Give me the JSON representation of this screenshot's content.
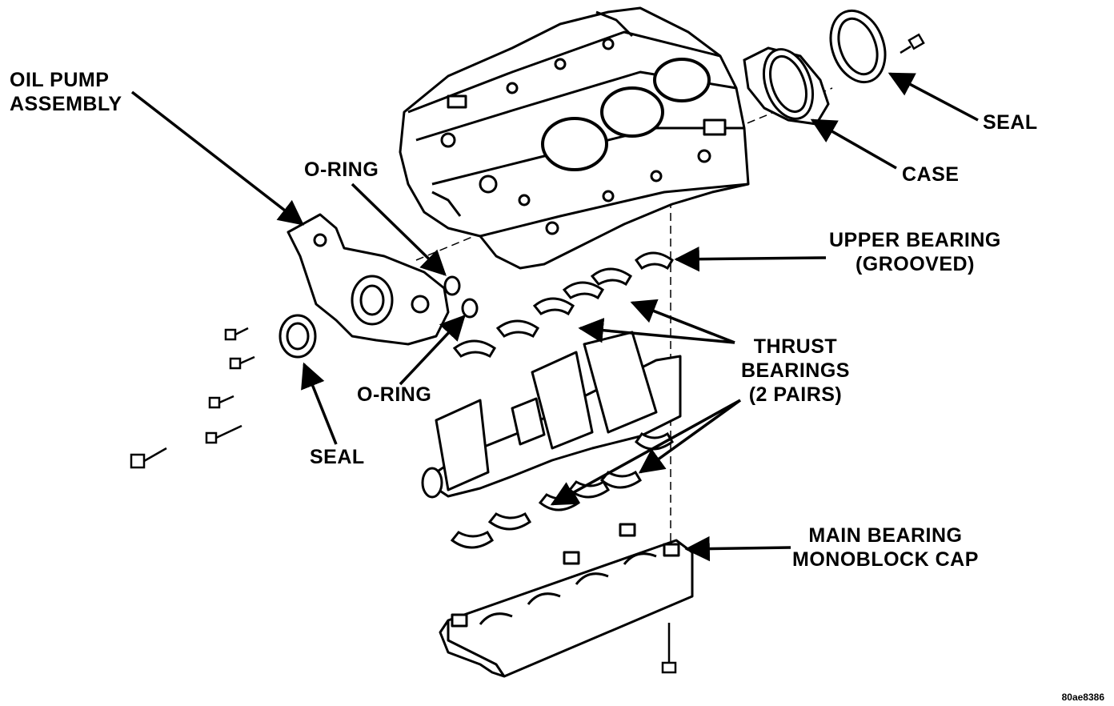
{
  "labels": {
    "oil_pump_assembly": [
      "OIL PUMP",
      "ASSEMBLY"
    ],
    "o_ring_upper": "O-RING",
    "o_ring_lower": "O-RING",
    "seal_front": "SEAL",
    "seal_rear": "SEAL",
    "case": "CASE",
    "upper_bearing": [
      "UPPER BEARING",
      "(GROOVED)"
    ],
    "thrust_bearings": [
      "THRUST",
      "BEARINGS",
      "(2 PAIRS)"
    ],
    "main_bearing_cap": [
      "MAIN BEARING",
      "MONOBLOCK CAP"
    ]
  },
  "figure_id": "80ae8386",
  "colors": {
    "ink": "#000000",
    "paper": "#ffffff"
  }
}
